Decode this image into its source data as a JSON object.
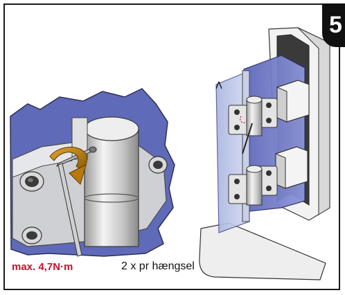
{
  "step": {
    "number": "5",
    "background_color": "#111111",
    "text_color": "#ffffff"
  },
  "labels": {
    "torque": "max. 4,7N·m",
    "torque_color": "#c8102e",
    "hinge_count": "2 x pr hængsel"
  },
  "illustration": {
    "detail_view": {
      "icons": [
        "rotation-arrow-icon",
        "hex-key-icon",
        "screw-icon",
        "hinge-barrel-icon"
      ]
    },
    "overview": {
      "icons": [
        "door-panel-icon",
        "wall-profile-icon",
        "hinge-icon",
        "bracket-icon"
      ]
    },
    "colors": {
      "blue_panel": "#6f79c9",
      "glass": "#b9c4e6",
      "metal": "#d6d6d6",
      "arrow": "#b8780a"
    }
  }
}
